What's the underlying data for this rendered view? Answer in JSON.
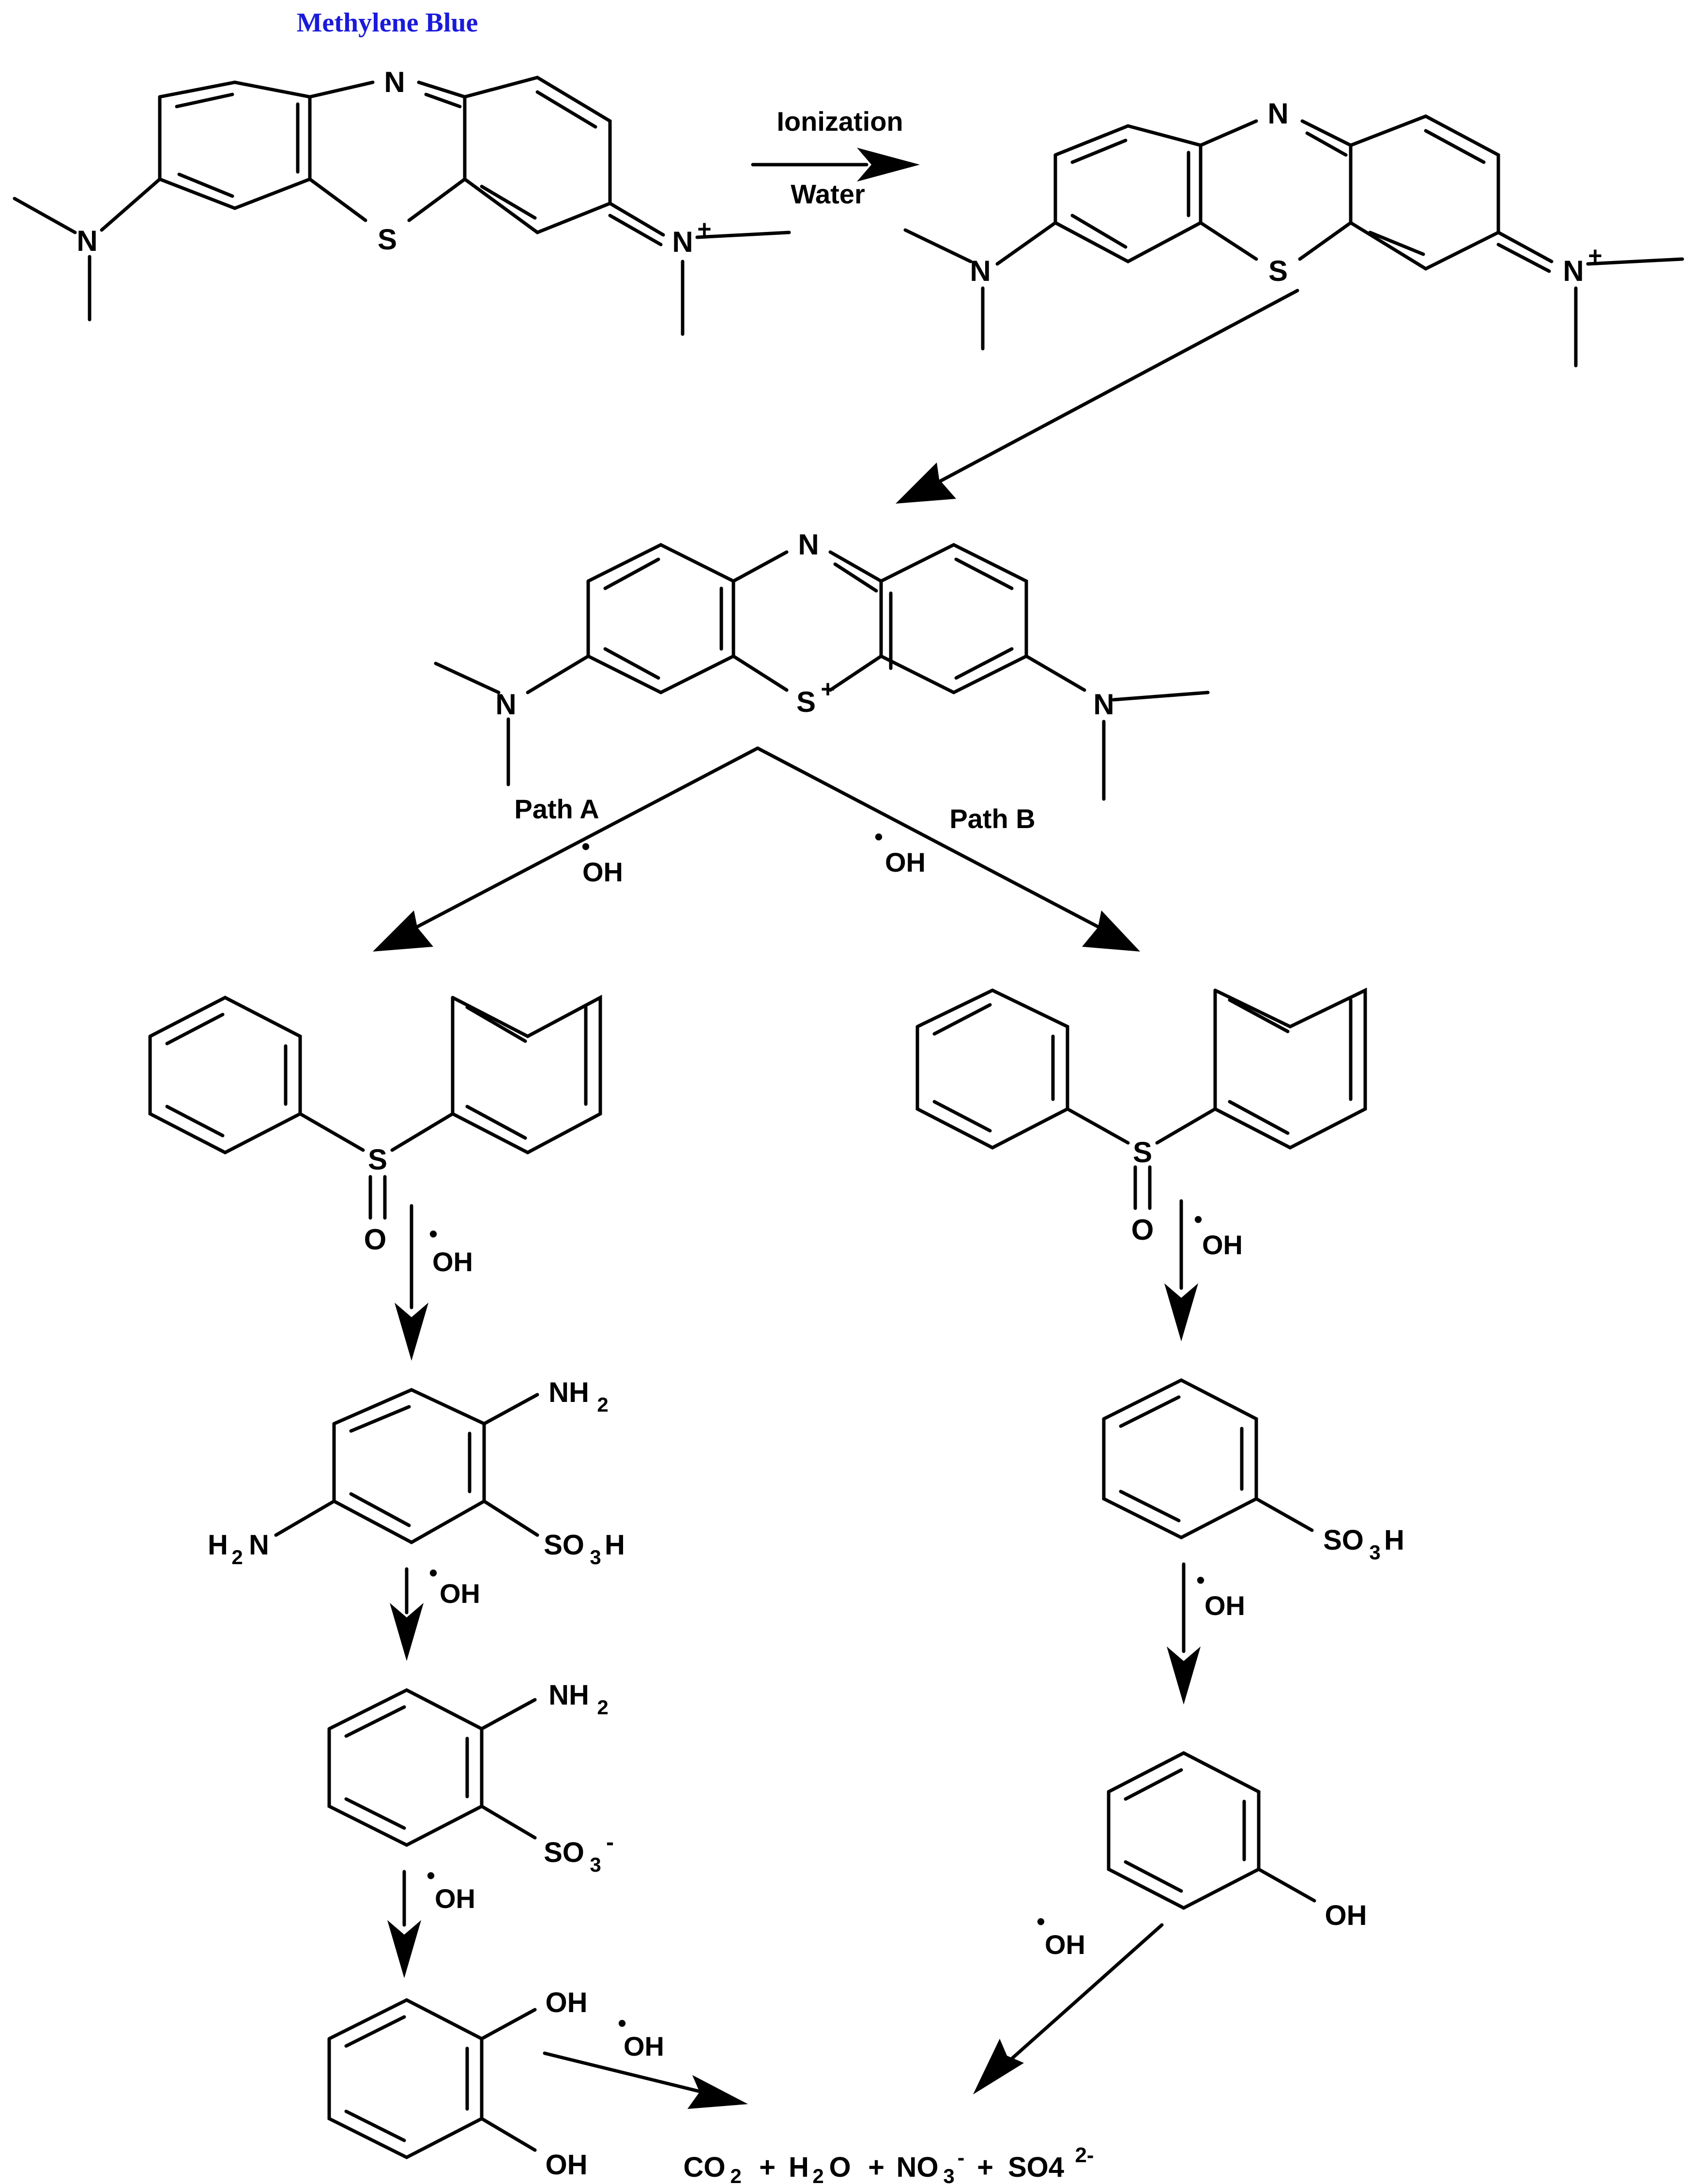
{
  "title": "Methylene Blue",
  "colors": {
    "title": "#1a1adb",
    "ink": "#000000",
    "background": "#ffffff"
  },
  "atoms": {
    "N": "N",
    "S": "S",
    "O": "O",
    "N_plus": "N",
    "S_plus": "S",
    "plus": "+",
    "OH": "OH",
    "NH2": "NH",
    "H2N_H": "H",
    "H2N_N": "N",
    "SO3": "SO",
    "H": "H",
    "sub2": "2",
    "sub3": "3",
    "minus": "-"
  },
  "steps": {
    "ionization": "Ionization",
    "water": "Water",
    "path_a": "Path A",
    "path_b": "Path B",
    "radical_dot": "•",
    "oh": "OH"
  },
  "products": {
    "co2_c": "CO",
    "plus_sep": "+",
    "h2o_h": "H",
    "h2o_o": "O",
    "no3": "NO",
    "so4": "SO4",
    "so4_charge": "2-"
  }
}
